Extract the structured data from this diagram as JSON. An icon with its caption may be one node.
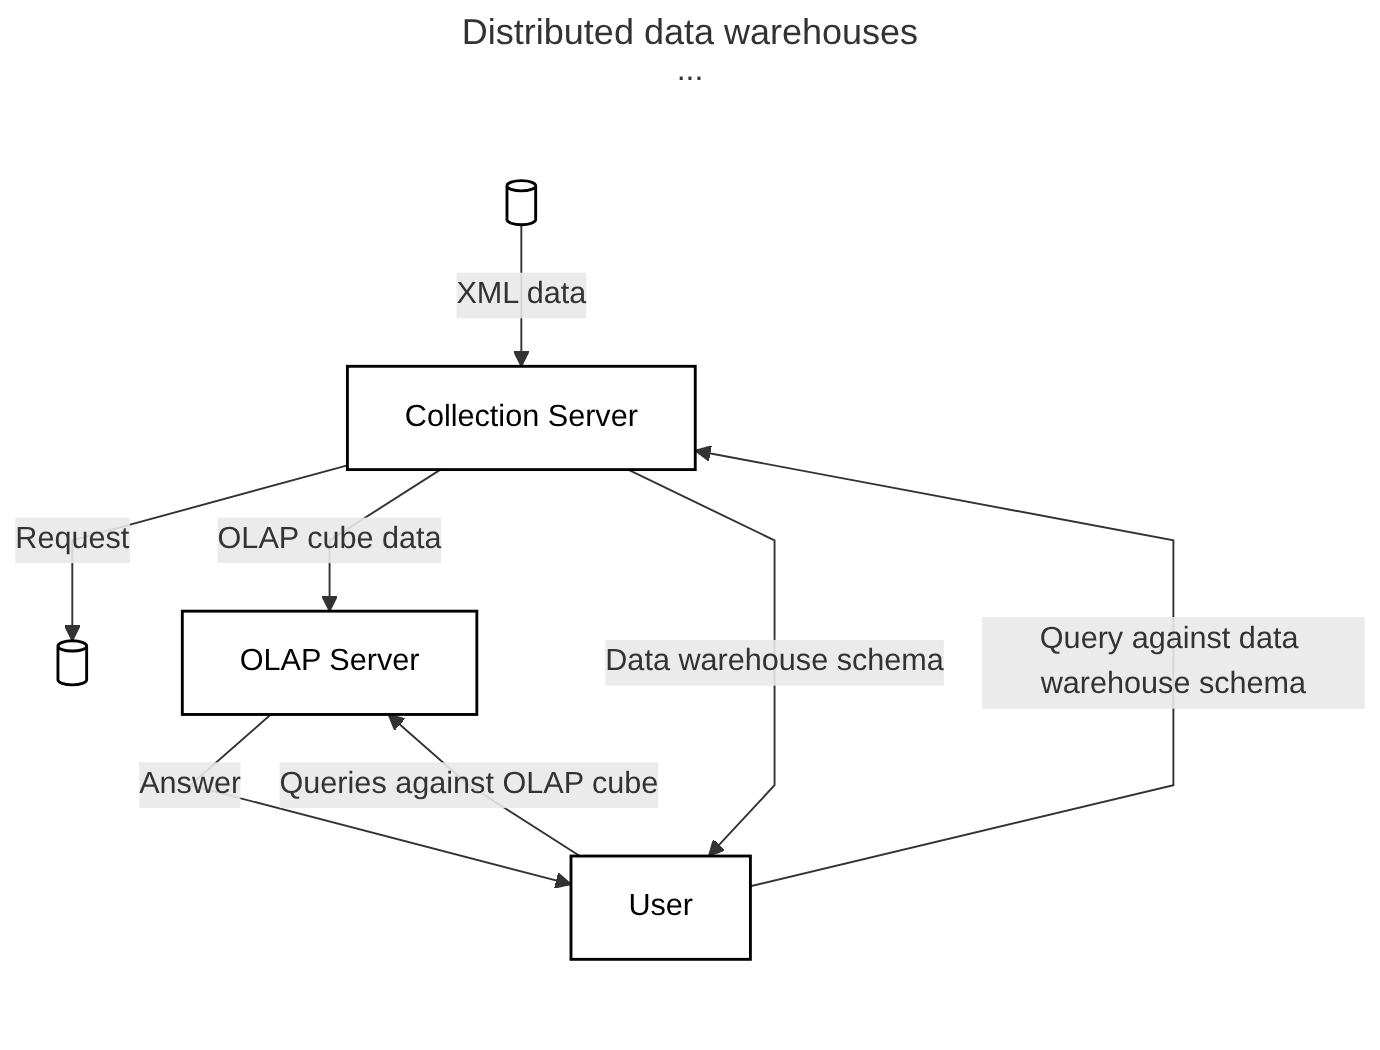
{
  "diagram": {
    "title": "Distributed data warehouses",
    "nodes": [
      {
        "text": [],
        "shape": "cylinder"
      },
      {
        "text": [],
        "shape": "cylinder"
      },
      {
        "text": [
          "Collection Server"
        ]
      },
      {
        "text": [
          "OLAP Server"
        ]
      },
      {
        "text": [
          "User"
        ]
      }
    ],
    "edges": [
      {
        "from": 0,
        "to": 2,
        "arrow": "to",
        "label": "XML data"
      },
      {
        "from": 2,
        "to": 1,
        "arrow": "to",
        "label": "Request"
      },
      {
        "from": 2,
        "to": 3,
        "arrow": "to",
        "label": "OLAP cube data"
      },
      {
        "from": 3,
        "to": 4,
        "arrow": "to",
        "label": "Answer"
      },
      {
        "from": 4,
        "to": 3,
        "arrow": "to",
        "label": "Queries against OLAP cube"
      },
      {
        "from": 4,
        "to": 2,
        "arrow": "to",
        "label": "Query against data warehouse schema"
      },
      {
        "from": 2,
        "to": 4,
        "arrow": "to",
        "label": "Data warehouse schema"
      }
    ],
    "labels": [
      "..."
    ]
  }
}
